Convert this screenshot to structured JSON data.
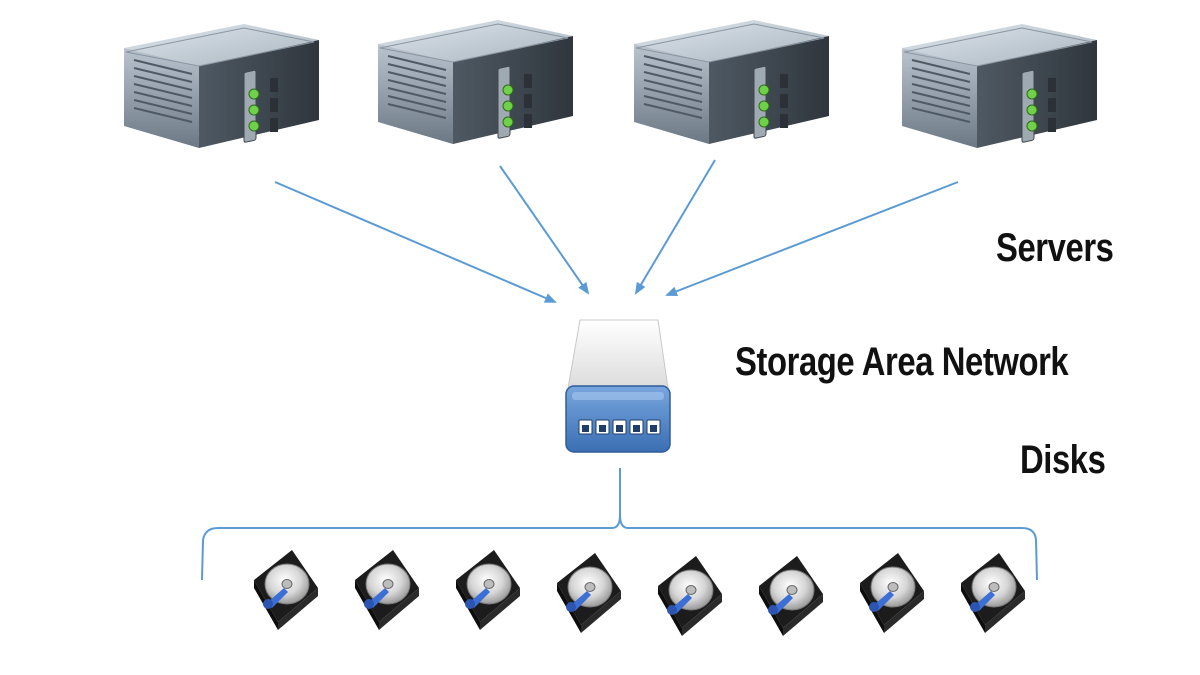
{
  "labels": {
    "servers": "Servers",
    "san": "Storage Area Network",
    "disks": "Disks"
  },
  "nodes": {
    "servers": {
      "count": 4,
      "icon": "rack-server-icon"
    },
    "switch": {
      "ports": 5,
      "icon": "network-switch-icon"
    },
    "disks": {
      "count": 8,
      "icon": "hard-disk-icon"
    }
  },
  "colors": {
    "connector": "#5b9bd5",
    "server_body": "#7f8c9a",
    "server_led": "#6fd14a",
    "switch_base": "#4a7fc1",
    "switch_top": "#f2f2f2",
    "disk_body": "#1c1c1c",
    "disk_platter": "#d9d9d9",
    "disk_arm": "#3b6fd6"
  }
}
